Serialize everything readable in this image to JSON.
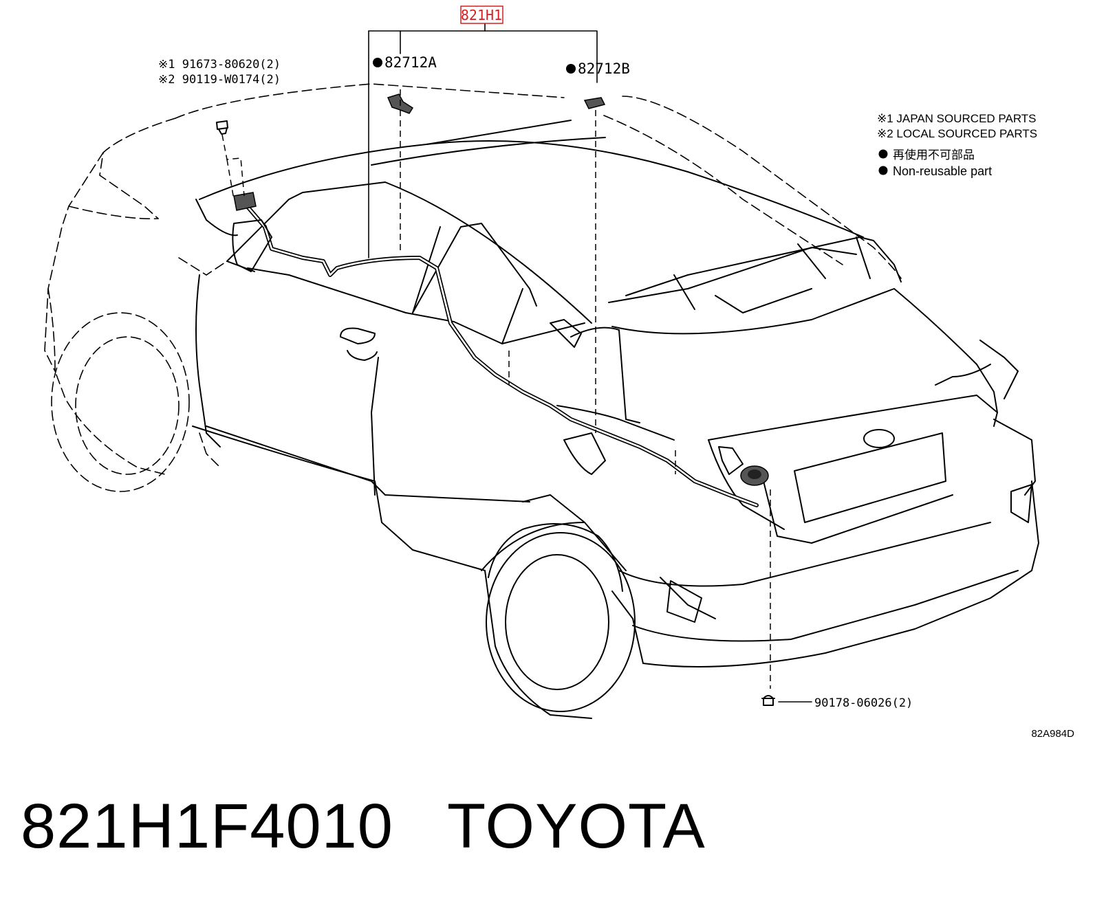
{
  "diagram": {
    "main_part_no": "821H1",
    "part_a": "82712A",
    "part_b": "82712B",
    "bolt_1": "※1 91673-80620(2)",
    "bolt_2": "※2 90119-W0174(2)",
    "clip_part": "90178-06026(2)",
    "figure_id": "82A984D",
    "highlight_color": "#d42020"
  },
  "legend": {
    "japan": "※1 JAPAN SOURCED PARTS",
    "local": "※2 LOCAL SOURCED PARTS",
    "nonreuse_jp": "再使用不可部品",
    "nonreuse_en": "Non-reusable part"
  },
  "footer": {
    "part_number": "821H1F4010",
    "brand": "TOYOTA"
  }
}
